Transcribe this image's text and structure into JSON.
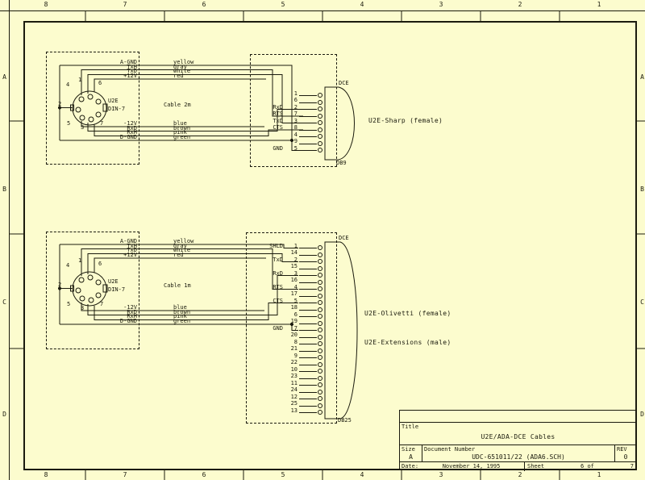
{
  "frame": {
    "columns": [
      "8",
      "7",
      "6",
      "5",
      "4",
      "3",
      "2",
      "1"
    ],
    "rows": [
      "A",
      "B",
      "C",
      "D"
    ]
  },
  "diagrams": [
    {
      "cable_label": "Cable 2m",
      "din": {
        "name": "U2E",
        "type": "DIN-7",
        "ring": [
          "4",
          "1",
          "6",
          "2",
          "5",
          "3",
          "7"
        ]
      },
      "wires_top": [
        {
          "signal": "A-GND",
          "color": "yellow"
        },
        {
          "signal": "TxH",
          "color": "gray"
        },
        {
          "signal": "TxD",
          "color": "white"
        },
        {
          "signal": "+12V",
          "color": "red"
        }
      ],
      "wires_bottom": [
        {
          "signal": "-12V",
          "color": "blue"
        },
        {
          "signal": "RxD",
          "color": "brown"
        },
        {
          "signal": "RxH",
          "color": "pink"
        },
        {
          "signal": "D-GND",
          "color": "green"
        }
      ],
      "dsub": {
        "top_label": "DCE",
        "bottom_label": "DB9",
        "annotation": "U2E-Sharp (female)",
        "pins": [
          {
            "num": "1"
          },
          {
            "num": "6"
          },
          {
            "num": "2",
            "signal": "RxD"
          },
          {
            "num": "7",
            "signal": "RTS"
          },
          {
            "num": "3",
            "signal": "TxD"
          },
          {
            "num": "8",
            "signal": "CTS"
          },
          {
            "num": "4"
          },
          {
            "num": "9"
          },
          {
            "num": "5",
            "signal": "GND"
          }
        ]
      }
    },
    {
      "cable_label": "Cable 1m",
      "din": {
        "name": "U2E",
        "type": "DIN-7",
        "ring": [
          "4",
          "1",
          "6",
          "2",
          "5",
          "3",
          "7"
        ]
      },
      "wires_top": [
        {
          "signal": "A-GND",
          "color": "yellow"
        },
        {
          "signal": "TxH",
          "color": "gray"
        },
        {
          "signal": "TxD",
          "color": "white"
        },
        {
          "signal": "+12V",
          "color": "red"
        }
      ],
      "wires_bottom": [
        {
          "signal": "-12V",
          "color": "blue"
        },
        {
          "signal": "RxD",
          "color": "brown"
        },
        {
          "signal": "RxH",
          "color": "pink"
        },
        {
          "signal": "D-GND",
          "color": "green"
        }
      ],
      "dsub": {
        "top_label": "DCE",
        "bottom_label": "DB25",
        "annotation": "U2E-Olivetti (female)",
        "annotation2": "U2E-Extensions (male)",
        "pins": [
          {
            "num": "1",
            "signal": "SHLD"
          },
          {
            "num": "14"
          },
          {
            "num": "2",
            "signal": "TxD"
          },
          {
            "num": "15"
          },
          {
            "num": "3",
            "signal": "RxD"
          },
          {
            "num": "16"
          },
          {
            "num": "4",
            "signal": "RTS"
          },
          {
            "num": "17"
          },
          {
            "num": "5",
            "signal": "CTS"
          },
          {
            "num": "18"
          },
          {
            "num": "6"
          },
          {
            "num": "19"
          },
          {
            "num": "7",
            "signal": "GND"
          },
          {
            "num": "20"
          },
          {
            "num": "8"
          },
          {
            "num": "21"
          },
          {
            "num": "9"
          },
          {
            "num": "22"
          },
          {
            "num": "10"
          },
          {
            "num": "23"
          },
          {
            "num": "11"
          },
          {
            "num": "24"
          },
          {
            "num": "12"
          },
          {
            "num": "25"
          },
          {
            "num": "13"
          }
        ]
      }
    }
  ],
  "title_block": {
    "title_label": "Title",
    "title": "U2E/ADA-DCE Cables",
    "size_label": "Size",
    "size": "A",
    "document_label": "Document Number",
    "document_number": "UDC-651011/22 (ADA6.SCH)",
    "rev_label": "REV",
    "rev": "0",
    "date_label": "Date:",
    "date": "November 14, 1995",
    "sheet_label": "Sheet",
    "sheet": "6",
    "of_label": "of",
    "sheet_total": "7"
  },
  "colors": {
    "background": "#FCFCCE",
    "ink": "#1b1b0e"
  }
}
